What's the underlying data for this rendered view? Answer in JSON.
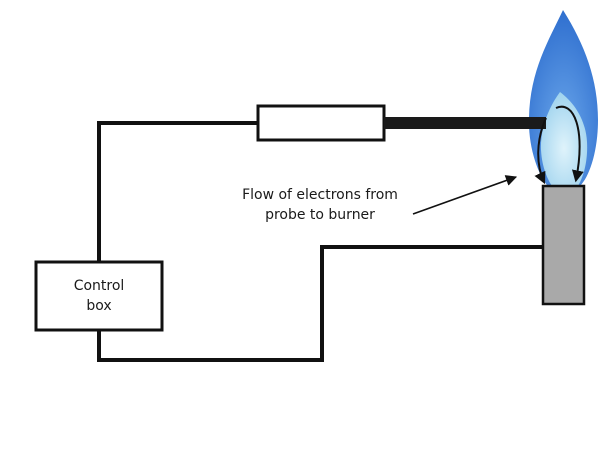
{
  "control_box": {
    "line1": "Control",
    "line2": "box"
  },
  "annotation": {
    "line1": "Flow of electrons from",
    "line2": "probe to burner"
  },
  "colors": {
    "wire": "#111111",
    "burner_fill": "#a9a9a9",
    "flame_outer": "#3f7fd6",
    "flame_inner": "#bfe2f2",
    "background": "#ffffff"
  }
}
